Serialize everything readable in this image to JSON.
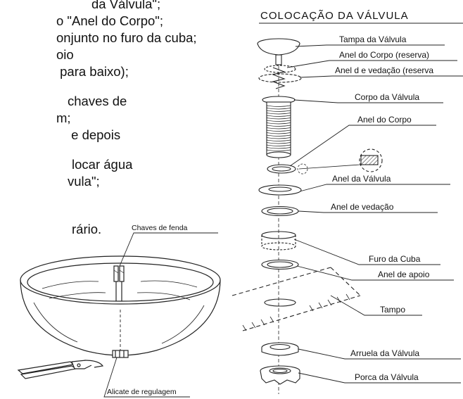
{
  "instructions": {
    "lines": [
      "da Válvula\";",
      "o \"Anel do Corpo\";",
      "onjunto no furo da cuba;",
      "oio",
      " para baixo);",
      "",
      "chaves de",
      "m;",
      " e depois",
      "",
      "locar água",
      "vula\";",
      "",
      "",
      "rário."
    ]
  },
  "diagram": {
    "title": "COLOCAÇÃO DA VÁLVULA",
    "labels": {
      "tampa": "Tampa da Válvula",
      "anel_corpo_reserva": "Anel do Corpo (reserva)",
      "anel_vedacao_reserva": "Anel d e vedação (reserva",
      "corpo": "Corpo da Válvula",
      "anel_corpo": "Anel do Corpo",
      "anel_valvula": "Anel da Válvula",
      "anel_vedacao": "Anel de vedação",
      "furo_cuba": "Furo da Cuba",
      "anel_apoio": "Anel de apoio",
      "tampo": "Tampo",
      "arruela": "Arruela da Válvula",
      "porca": "Porca da Válvula"
    }
  },
  "sink": {
    "chaves_label": "Chaves de fenda",
    "alicate_label": "Alicate de regulagem"
  }
}
